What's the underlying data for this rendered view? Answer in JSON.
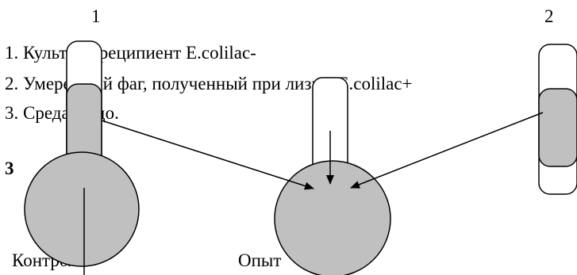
{
  "labels": {
    "tube_1_number": "1",
    "tube_2_number": "2",
    "item_1": "1. Культура-реципиент E.colilac-",
    "item_2": "2. Умеренный фаг, полученный при лизисеE.colilac+",
    "item_3": "3. Среда Эндо.",
    "flask_number": "3",
    "control_label": "Контроль",
    "experiment_label": "Опыт"
  },
  "colors": {
    "medium_fill": "#c0c0c0",
    "outline": "#000000",
    "background": "#ffffff"
  }
}
